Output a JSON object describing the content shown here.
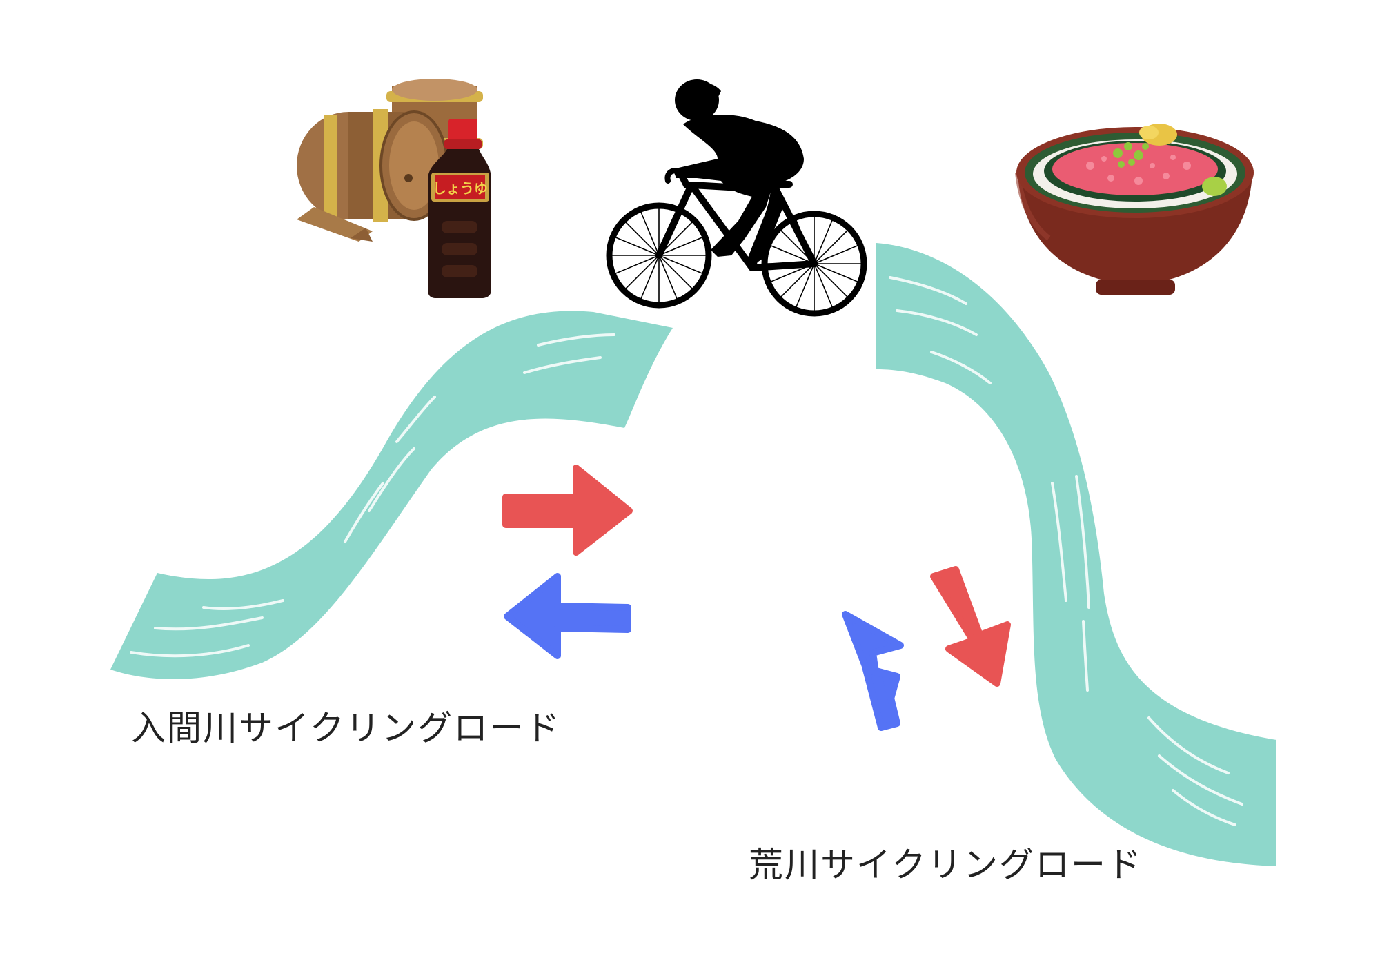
{
  "labels": {
    "iruma_route": "入間川サイクリングロード",
    "arakawa_route": "荒川サイクリングロード",
    "soy_bottle_text": "しょうゆ"
  },
  "icons": {
    "barrels": "wooden-barrels-icon",
    "soy_sauce": "soy-sauce-bottle-icon",
    "cyclist": "cyclist-icon",
    "food_bowl": "tuna-bowl-icon"
  },
  "colors": {
    "river": "#8ed7cb",
    "forward_arrow": "#e85454",
    "return_arrow": "#5573f5",
    "cyclist": "#000000",
    "text": "#222222"
  }
}
